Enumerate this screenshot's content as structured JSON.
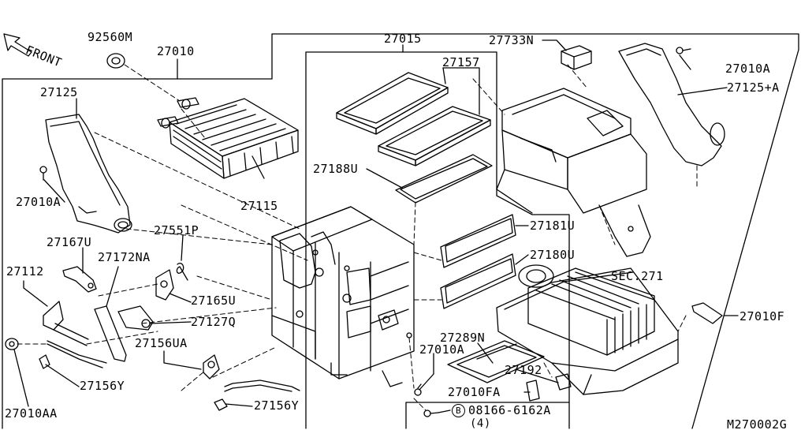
{
  "diagram": {
    "front_label": "FRONT",
    "diagram_code": "M270002G",
    "parts": {
      "p92560m": "92560M",
      "p27010": "27010",
      "p27015": "27015",
      "p27157": "27157",
      "p27733n": "27733N",
      "p27010a_top": "27010A",
      "p27125a": "27125+A",
      "p27125": "27125",
      "p27010a_left": "27010A",
      "p27115": "27115",
      "p27188u": "27188U",
      "p27181u": "27181U",
      "p27180u": "27180U",
      "p27167u": "27167U",
      "p27551p": "27551P",
      "p27172na": "27172NA",
      "p27112": "27112",
      "p27165u": "27165U",
      "p27127q": "27127Q",
      "p27156ua": "27156UA",
      "p27156y_a": "27156Y",
      "p27156y_b": "27156Y",
      "p27010aa": "27010AA",
      "p27010a_bottom": "27010A",
      "p27289n": "27289N",
      "p27192": "27192",
      "p27010fa": "27010FA",
      "p27010f": "27010F",
      "sec271": "SEC.271",
      "bolt_code": "08166-6162A",
      "bolt_symbol": "B",
      "bolt_qty": "(4)"
    }
  }
}
